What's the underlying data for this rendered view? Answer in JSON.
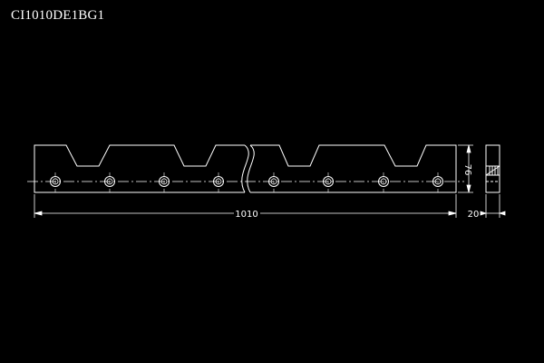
{
  "drawing": {
    "part_number": "CI1010DE1BG1",
    "dimensions": {
      "length": "1010",
      "height": "76",
      "thickness": "20"
    }
  },
  "colors": {
    "background": "#000000",
    "lines": "#ffffff"
  }
}
